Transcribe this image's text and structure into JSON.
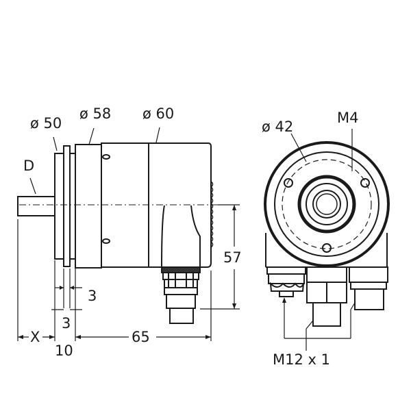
{
  "drawing": {
    "type": "dimensional drawing",
    "subject": "rotary encoder, side view and rear view",
    "line_color": "#1a1a1a",
    "background": "#ffffff"
  },
  "side_view": {
    "labels": {
      "shaft": "D",
      "dia_flange": "ø 50",
      "dia_body_front": "ø 58",
      "dia_body": "ø 60"
    },
    "dimensions": {
      "shaft_length": "X",
      "flange_offset": "10",
      "flange_thickness_a": "3",
      "flange_thickness_b": "3",
      "body_length": "65",
      "connector_height": "57"
    }
  },
  "rear_view": {
    "labels": {
      "bolt_circle": "ø 42",
      "screw": "M4",
      "connector_thread": "M12 x 1"
    }
  }
}
